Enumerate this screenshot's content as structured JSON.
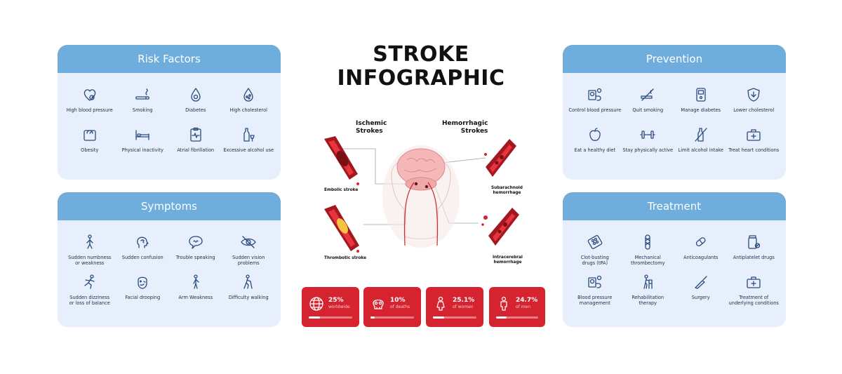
{
  "title": {
    "line1": "STROKE",
    "line2": "INFOGRAPHIC"
  },
  "colors": {
    "panel_header": "#6eaddc",
    "panel_bg": "#e6effb",
    "accent_red": "#d5232f",
    "icon_stroke": "#2a4b7c"
  },
  "risk_factors": {
    "title": "Risk Factors",
    "items": [
      {
        "label": "High blood pressure",
        "icon": "heart-pressure-icon"
      },
      {
        "label": "Smoking",
        "icon": "cigarette-icon"
      },
      {
        "label": "Diabetes",
        "icon": "glucose-drop-icon"
      },
      {
        "label": "High cholesterol",
        "icon": "cholesterol-drop-icon"
      },
      {
        "label": "Obesity",
        "icon": "scale-icon"
      },
      {
        "label": "Physical inactivity",
        "icon": "bed-icon"
      },
      {
        "label": "Atrial fibrillation",
        "icon": "ecg-clipboard-icon"
      },
      {
        "label": "Excessive alcohol use",
        "icon": "bottle-glass-icon"
      }
    ]
  },
  "symptoms": {
    "title": "Symptoms",
    "items": [
      {
        "label": "Sudden numbness\nor weakness",
        "icon": "person-numb-icon"
      },
      {
        "label": "Sudden confusion",
        "icon": "confused-head-icon"
      },
      {
        "label": "Trouble speaking",
        "icon": "speech-bubble-icon"
      },
      {
        "label": "Sudden vision\nproblems",
        "icon": "eye-crossed-icon"
      },
      {
        "label": "Sudden dizziness\nor loss of balance",
        "icon": "falling-person-icon"
      },
      {
        "label": "Facial drooping",
        "icon": "face-drooping-icon"
      },
      {
        "label": "Arm Weakness",
        "icon": "arm-weakness-icon"
      },
      {
        "label": "Difficulty walking",
        "icon": "walking-cane-icon"
      }
    ]
  },
  "prevention": {
    "title": "Prevention",
    "items": [
      {
        "label": "Control blood pressure",
        "icon": "blood-pressure-monitor-icon"
      },
      {
        "label": "Quit smoking",
        "icon": "no-smoking-icon"
      },
      {
        "label": "Manage diabetes",
        "icon": "glucometer-icon"
      },
      {
        "label": "Lower cholesterol",
        "icon": "arrow-down-shield-icon"
      },
      {
        "label": "Eat a healthy diet",
        "icon": "apple-icon"
      },
      {
        "label": "Stay physically active",
        "icon": "dumbbell-icon"
      },
      {
        "label": "Limit alcohol intake",
        "icon": "no-alcohol-icon"
      },
      {
        "label": "Treat heart conditions",
        "icon": "medical-kit-icon"
      }
    ]
  },
  "treatment": {
    "title": "Treatment",
    "items": [
      {
        "label": "Clot-busting\ndrugs (tPA)",
        "icon": "pill-blister-icon"
      },
      {
        "label": "Mechanical\nthrombectomy",
        "icon": "stent-icon"
      },
      {
        "label": "Anticoagulants",
        "icon": "capsule-icon"
      },
      {
        "label": "Antiplatelet drugs",
        "icon": "pill-bottle-icon"
      },
      {
        "label": "Blood pressure\nmanagement",
        "icon": "blood-pressure-monitor-icon"
      },
      {
        "label": "Rehabilitation\ntherapy",
        "icon": "rehab-walker-icon"
      },
      {
        "label": "Surgery",
        "icon": "scalpel-icon"
      },
      {
        "label": "Treatment of\nunderlying conditions",
        "icon": "medical-kit-icon"
      }
    ]
  },
  "diagram": {
    "ischemic_heading": "Ischemic\nStrokes",
    "hemorrhagic_heading": "Hemorrhagic\nStrokes",
    "labels": {
      "embolic": "Embolic stroke",
      "thrombotic": "Thrombotic stroke",
      "subarachnoid": "Subarachnoid\nhemorrhage",
      "intracerebral": "Intracerebral\nhemorrhage"
    }
  },
  "stats": [
    {
      "value": "25%",
      "label": "worldwide",
      "icon": "globe-icon",
      "fill": 0.25
    },
    {
      "value": "10%",
      "label": "of deaths",
      "icon": "skull-icon",
      "fill": 0.1
    },
    {
      "value": "25.1%",
      "label": "of women",
      "icon": "woman-icon",
      "fill": 0.251
    },
    {
      "value": "24.7%",
      "label": "of men",
      "icon": "man-icon",
      "fill": 0.247
    }
  ]
}
